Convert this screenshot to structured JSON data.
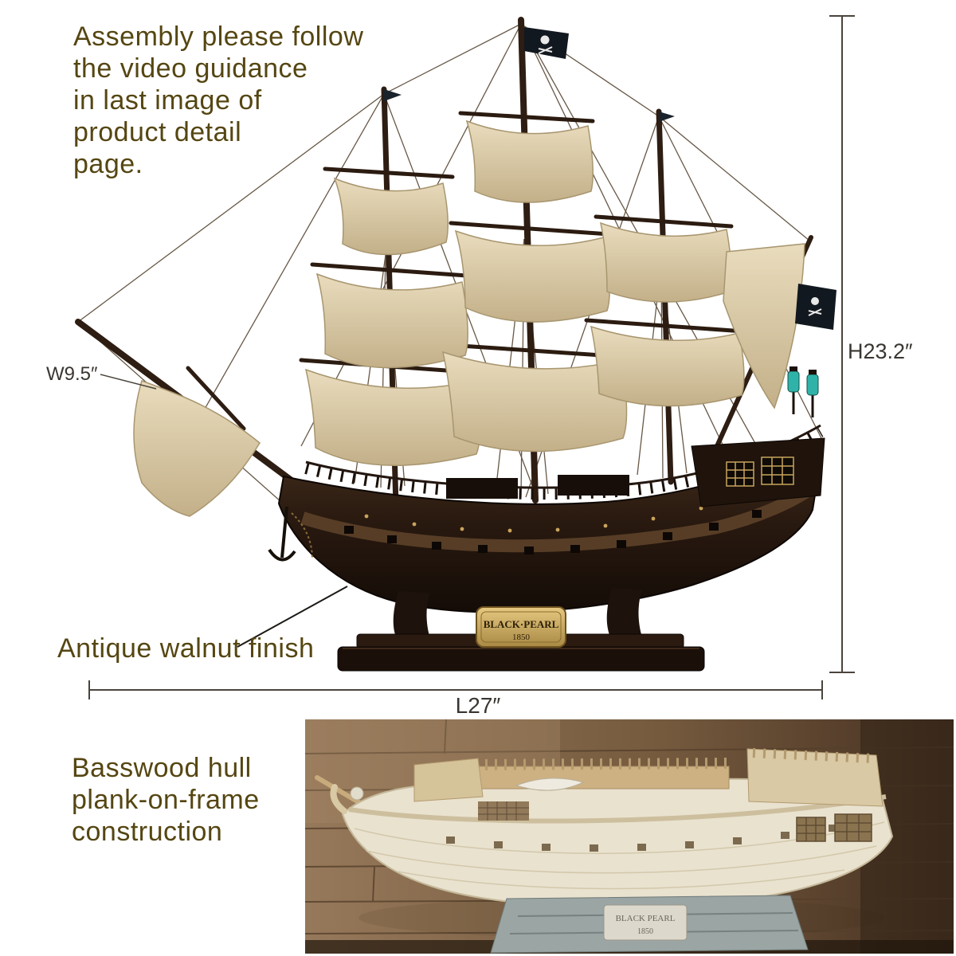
{
  "annotations": {
    "assembly_note_lines": [
      "Assembly please follow",
      "the video guidance",
      "in last image of",
      "product detail",
      "page."
    ],
    "width_label": "W9.5″",
    "height_label": "H23.2″",
    "length_label": "L27″",
    "finish_label": "Antique walnut finish",
    "construction_lines": [
      "Basswood hull",
      "plank-on-frame",
      "construction"
    ]
  },
  "ship": {
    "nameplate_line1": "BLACK·PEARL",
    "nameplate_line2": "1850"
  },
  "detail_photo": {
    "plaque_line1": "BLACK PEARL",
    "plaque_line2": "1850"
  },
  "colors": {
    "annotation_text": "#554612",
    "dimension_text": "#3a3631",
    "dimension_line": "#4a443c",
    "sail": "#d9c8a6",
    "hull": "#2a1b10",
    "flag_black": "#12181f",
    "lantern_teal": "#2fb3a8",
    "plaque_gold": "#cfa95f",
    "basswood": "#e9e2cf",
    "wood_background": "#7b624a"
  }
}
